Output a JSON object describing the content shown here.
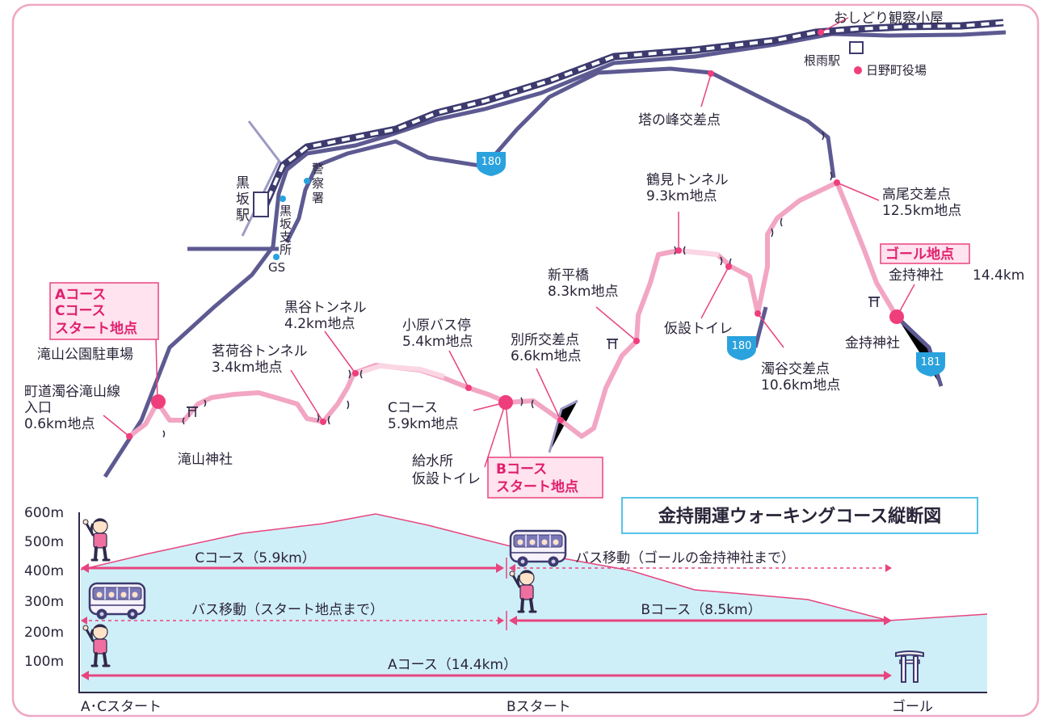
{
  "colors": {
    "road": "#5d5a92",
    "course": "#f2a6c3",
    "marker": "#ef3e7c",
    "rail_dark": "#3c3a6e",
    "frame": "#f0a7c4",
    "sky": "#cfeff8",
    "arrow": "#e8447f",
    "title_text": "#e0206e",
    "title_box": "#54c3e8",
    "route_badge": "#2aa2dd",
    "poi_dot": "#2aa2dd"
  },
  "map": {
    "places": {
      "oshidori": "おしどり観察小屋",
      "neu_station": "根雨駅",
      "hino_town_office": "日野町役場",
      "tonomine": "塔の峰交差点",
      "takao": "高尾交差点",
      "takao_km": "12.5km地点",
      "goal_label": "ゴール地点",
      "kanemochi_1": "金持神社",
      "goal_km": "14.4km",
      "kanemochi_2": "金持神社",
      "tsurumi": "鶴見トンネル",
      "tsurumi_km": "9.3km地点",
      "shinhira": "新平橋",
      "shinhira_km": "8.3km地点",
      "temp_toilet": "仮設トイレ",
      "nigoridani": "濁谷交差点",
      "nigoridani_km": "10.6km地点",
      "bessho": "別所交差点",
      "bessho_km": "6.6km地点",
      "ohara_bus": "小原バス停",
      "ohara_km": "5.4km地点",
      "kurodani": "黒谷トンネル",
      "kurodani_km": "4.2km地点",
      "myogadani": "茗荷谷トンネル",
      "myogadani_km": "3.4km地点",
      "c_course": "Cコース",
      "c_course_km": "5.9km地点",
      "water_1": "給水所",
      "water_2": "仮設トイレ",
      "b_start_1": "Bコース",
      "b_start_2": "スタート地点",
      "ac_start_1": "Aコース",
      "ac_start_2": "Cコース",
      "ac_start_3": "スタート地点",
      "parking": "滝山公園駐車場",
      "town_road_1": "町道濁谷滝山線",
      "town_road_2": "入口",
      "town_road_km": "0.6km地点",
      "takiyama_shrine": "滝山神社",
      "kurosaka_1": "黒",
      "kurosaka_2": "坂",
      "kurosaka_3": "駅",
      "police_1": "警",
      "police_2": "察",
      "police_3": "署",
      "branch_1": "黒",
      "branch_2": "坂",
      "branch_3": "支",
      "branch_4": "所",
      "gs": "GS"
    },
    "routes": {
      "r180_a": "180",
      "r180_b": "180",
      "r181": "181"
    },
    "icons": {
      "shrine": "torii-map-icon"
    }
  },
  "profile": {
    "title": "金持開運ウォーキングコース縦断図",
    "y_ticks": [
      "600m",
      "500m",
      "400m",
      "300m",
      "200m",
      "100m"
    ],
    "x_labels": {
      "ac_start": "A･Cスタート",
      "b_start": "Bスタート",
      "goal": "ゴール"
    },
    "arrows": {
      "c_course": "Cコース（5.9km）",
      "bus_to_goal": "バス移動（ゴールの金持神社まで）",
      "bus_to_start": "バス移動（スタート地点まで）",
      "b_course": "Bコース（8.5km）",
      "a_course": "Aコース（14.4km）"
    },
    "icons": {
      "bus": "bus-icon",
      "walker": "walker-icon",
      "torii": "torii-gate-icon"
    }
  }
}
